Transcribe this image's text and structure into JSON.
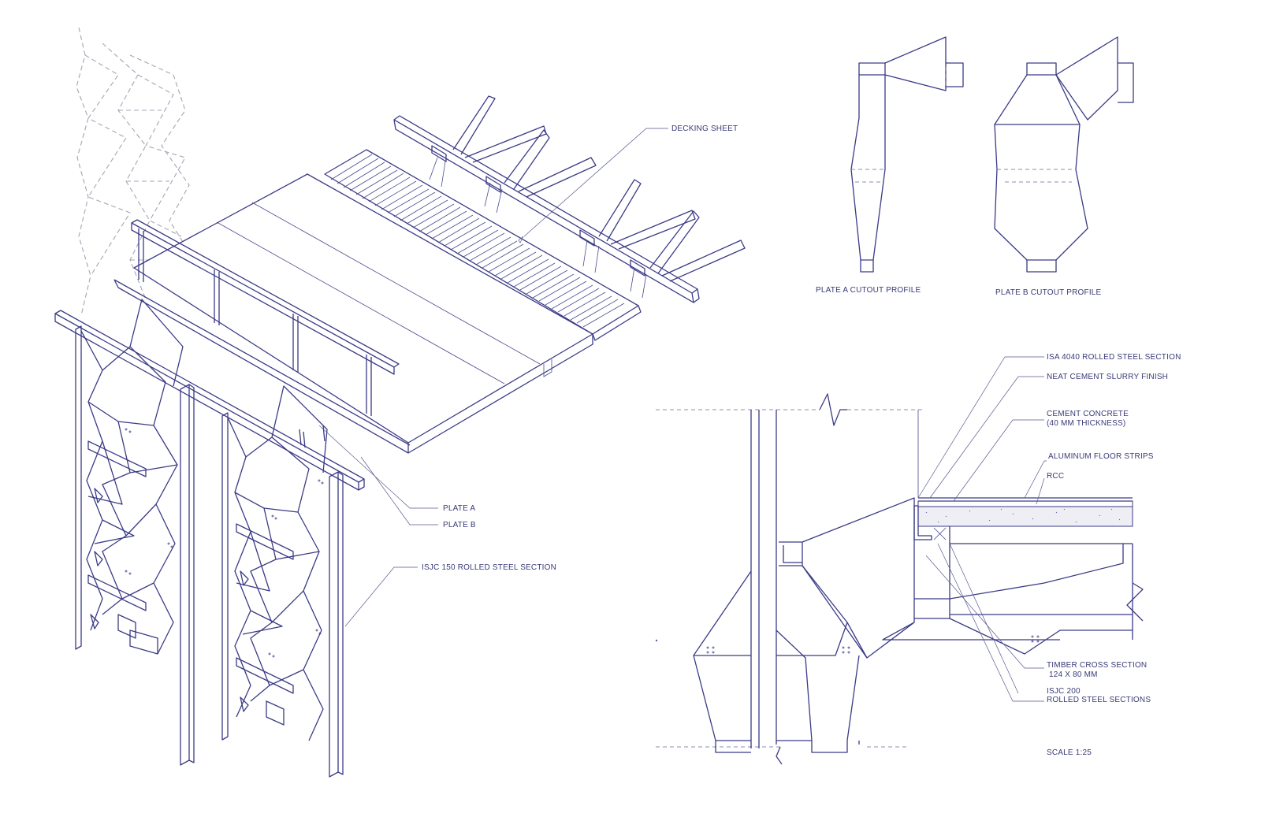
{
  "labels": {
    "decking_sheet": "DECKING SHEET",
    "plate_a": "PLATE A",
    "plate_b": "PLATE B",
    "isjc150": "ISJC 150 ROLLED STEEL SECTION",
    "plate_a_profile": "PLATE A CUTOUT PROFILE",
    "plate_b_profile": "PLATE B CUTOUT PROFILE",
    "isa4040": "ISA 4040 ROLLED STEEL SECTION",
    "slurry": "NEAT CEMENT SLURRY FINISH",
    "cement1": "CEMENT CONCRETE",
    "cement2": "(40 MM THICKNESS)",
    "aluminum": "ALUMINUM FLOOR STRIPS",
    "rcc": "RCC",
    "timber1": "TIMBER CROSS SECTION",
    "timber2": "124 X 80 MM",
    "isjc200_1": "ISJC 200",
    "isjc200_2": "ROLLED STEEL SECTIONS",
    "scale": "SCALE 1:25"
  },
  "colors": {
    "line": "#3b3b86",
    "ghost": "#a5a5b5",
    "text": "#3a3a78",
    "paper": "#ffffff"
  }
}
